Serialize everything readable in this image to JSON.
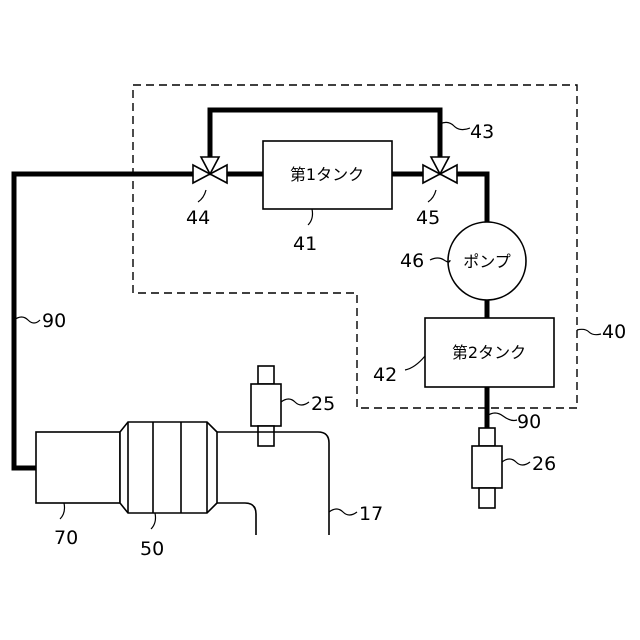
{
  "components": {
    "tank1": {
      "name": "第1タンク",
      "ref": "41"
    },
    "tank2": {
      "name": "第2タンク",
      "ref": "42"
    },
    "pump": {
      "name": "ポンプ",
      "ref": "46"
    },
    "valve_left": {
      "ref": "44"
    },
    "valve_right": {
      "ref": "45"
    },
    "bypass_pipe": {
      "ref": "43"
    },
    "subsystem_boundary": {
      "ref": "40"
    },
    "supply_pipe_left": {
      "ref": "90"
    },
    "supply_pipe_right": {
      "ref": "90"
    },
    "fitting_upper": {
      "ref": "25"
    },
    "fitting_lower": {
      "ref": "26"
    },
    "exhaust_pipe": {
      "ref": "17"
    },
    "catalyst": {
      "ref": "50"
    },
    "housing": {
      "ref": "70"
    }
  }
}
